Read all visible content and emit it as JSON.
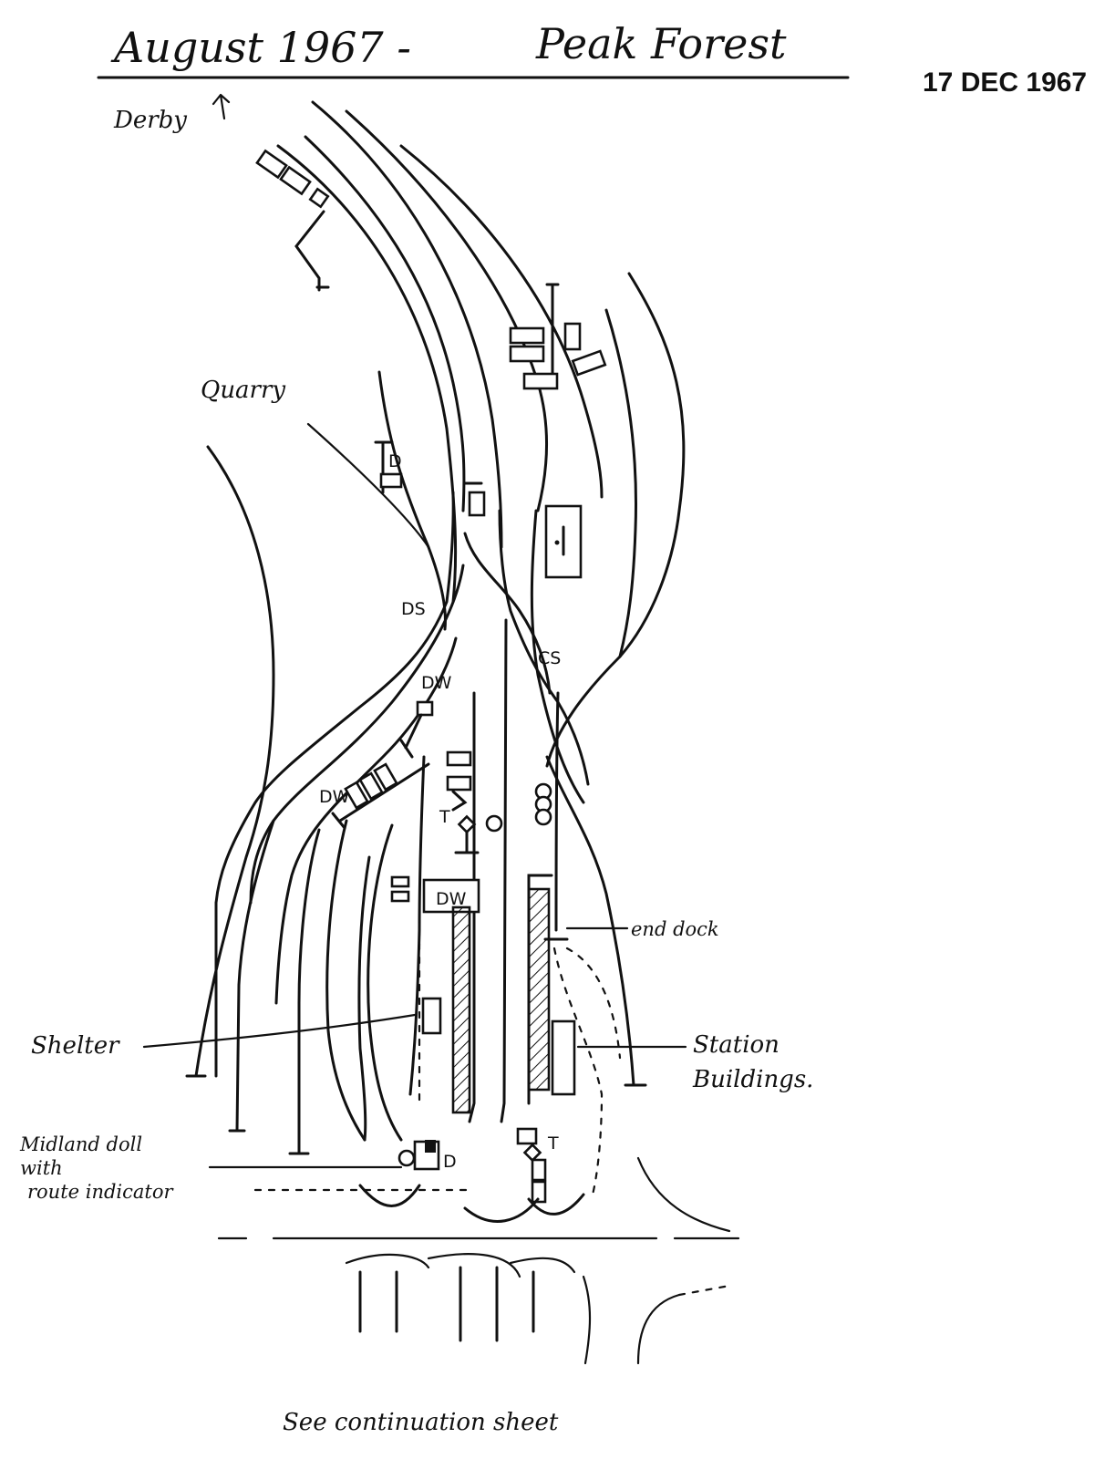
{
  "title": {
    "date": "August 1967 -",
    "place": "Peak Forest"
  },
  "stamp": "17 DEC 1967",
  "labels": {
    "derby": "Derby",
    "quarry": "Quarry",
    "ds": "DS",
    "cs": "CS",
    "dw_upper": "DW",
    "dw_left": "DW",
    "dw_platform": "DW",
    "end_dock": "end dock",
    "shelter": "Shelter",
    "station_buildings_1": "Station",
    "station_buildings_2": "Buildings.",
    "midland_doll_1": "Midland doll",
    "midland_doll_2": "with",
    "midland_doll_3": "route indicator",
    "signal_d_upper": "D",
    "signal_d_lower": "D",
    "signal_t_left": "T",
    "signal_t_right": "T"
  },
  "footer": "See continuation sheet"
}
